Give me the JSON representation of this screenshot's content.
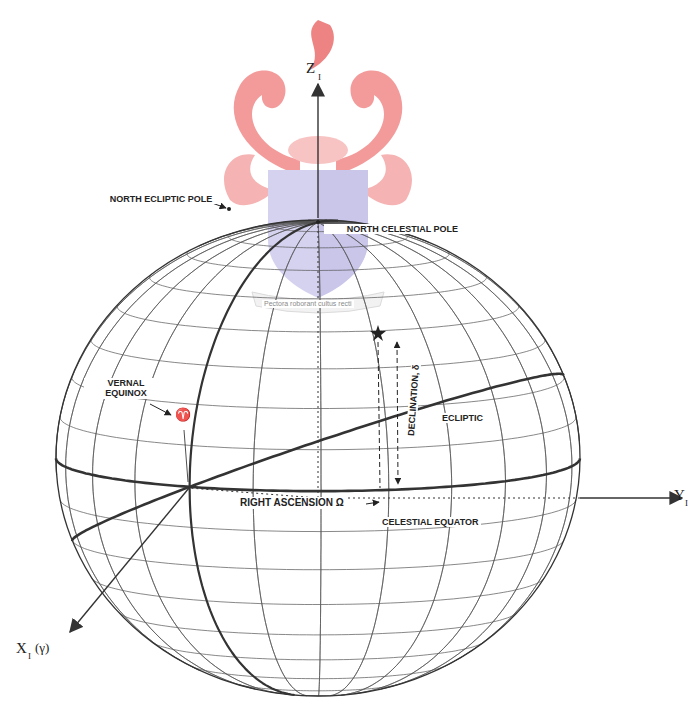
{
  "diagram": {
    "labels": [
      "Z",
      "I",
      "NORTH ECLIPTIC POLE",
      "NORTH CELESTIAL POLE",
      "Pectora roborant cultus recti",
      "DECLINATION, δ",
      "ECLIPTIC",
      "VERNAL EQUINOX",
      "♈",
      "RIGHT ASCENSION Ω",
      "CELESTIAL EQUATOR",
      "X",
      "I",
      "(γ)",
      "Y",
      "I"
    ]
  }
}
